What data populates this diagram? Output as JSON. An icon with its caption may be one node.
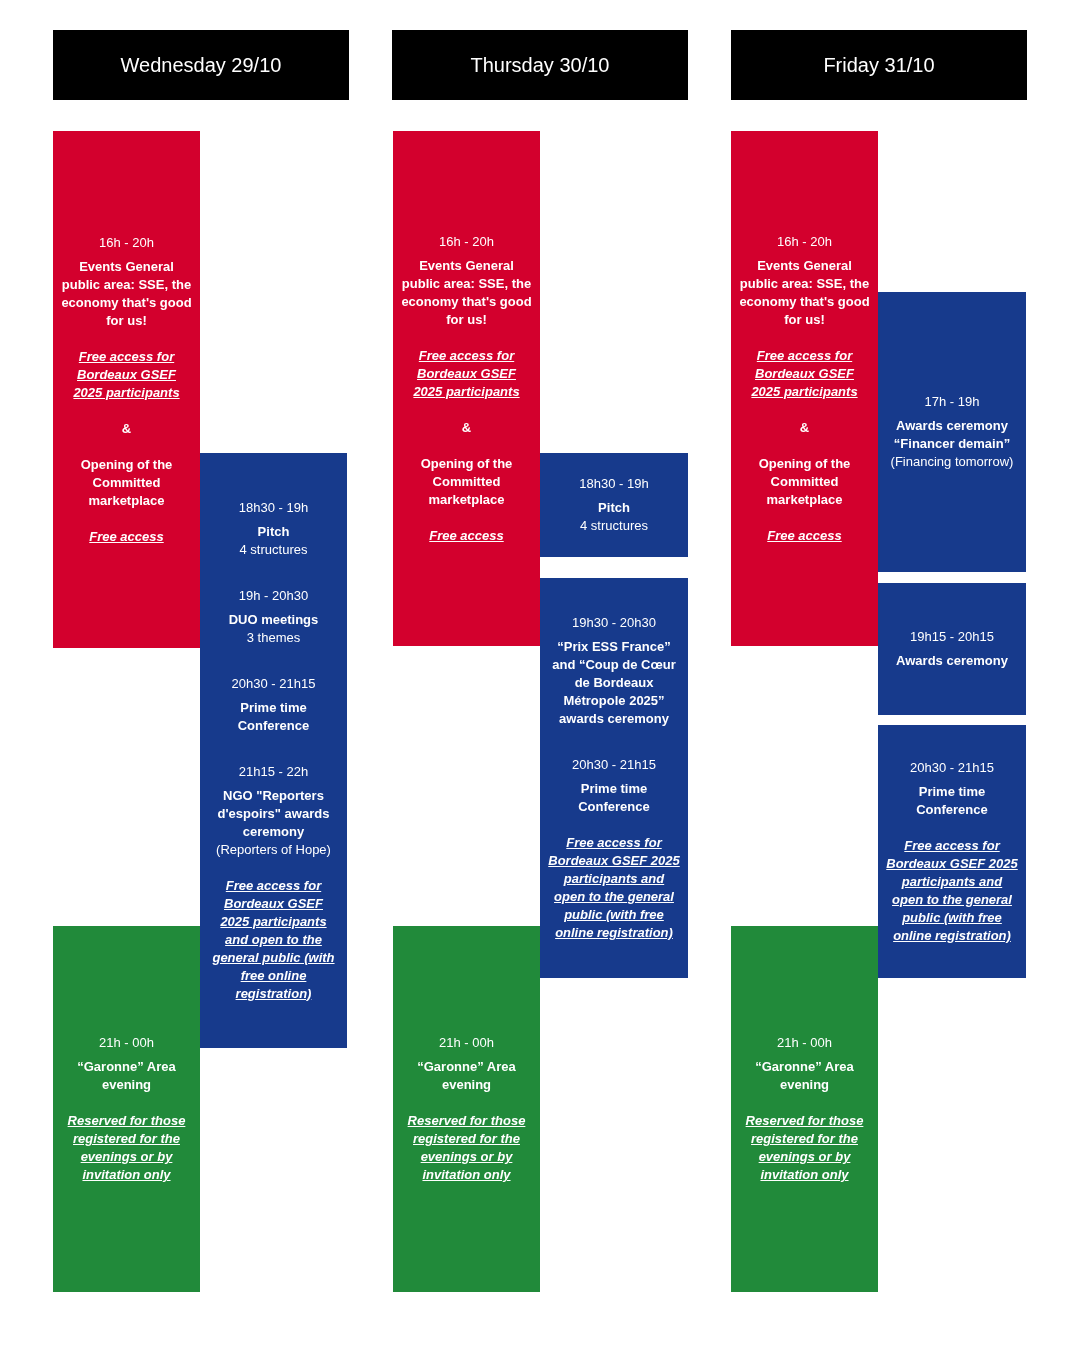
{
  "diagram": {
    "nodes": [
      {
        "text": [
          "Wednesday 29/10"
        ]
      },
      {
        "text": [
          "Thursday 30/10"
        ]
      },
      {
        "text": [
          "Friday 31/10"
        ]
      },
      {
        "text": [
          "16h - 20h",
          "Events General public area: SSE, the economy that's good for us!",
          "Free access for Bordeaux GSEF 2025 participants",
          "&",
          "Opening of the Committed marketplace",
          "Free access"
        ]
      },
      {
        "text": [
          "18h30 - 19h",
          "Pitch",
          "4 structures",
          "19h - 20h30",
          "DUO meetings",
          "3 themes",
          "20h30 - 21h15",
          "Prime time Conference",
          "21h15 - 22h",
          "NGO \"Reporters d'espoirs\" awards ceremony",
          "(Reporters of Hope)",
          "Free access for Bordeaux GSEF 2025 participants and open to the general public (with free online registration)"
        ]
      },
      {
        "text": [
          "21h - 00h",
          "“Garonne” Area evening",
          "Reserved for those registered for the evenings or by invitation only"
        ]
      },
      {
        "text": [
          "16h - 20h",
          "Events General public area: SSE, the economy that's good for us!",
          "Free access for Bordeaux GSEF 2025 participants",
          "&",
          "Opening of the Committed marketplace",
          "Free access"
        ]
      },
      {
        "text": [
          "18h30 - 19h",
          "Pitch",
          "4 structures"
        ]
      },
      {
        "text": [
          "19h30 - 20h30",
          "“Prix ESS France” and “Coup de Cœur de Bordeaux Métropole 2025” awards ceremony",
          "20h30 - 21h15",
          "Prime time Conference",
          "Free access for Bordeaux GSEF 2025 participants and open to the general public (with free online registration)"
        ]
      },
      {
        "text": [
          "21h - 00h",
          "“Garonne” Area evening",
          "Reserved for those registered for the evenings or by invitation only"
        ]
      },
      {
        "text": [
          "16h - 20h",
          "Events General public area: SSE, the economy that's good for us!",
          "Free access for Bordeaux GSEF 2025 participants",
          "&",
          "Opening of the Committed marketplace",
          "Free access"
        ]
      },
      {
        "text": [
          "17h - 19h",
          "Awards ceremony “Financer demain”",
          "(Financing tomorrow)"
        ]
      },
      {
        "text": [
          "19h15 - 20h15",
          "Awards ceremony"
        ]
      },
      {
        "text": [
          "20h30 - 21h15",
          "Prime time Conference",
          "Free access for Bordeaux GSEF 2025 participants and open to the general public (with free online registration)"
        ]
      },
      {
        "text": [
          "21h - 00h",
          "“Garonne” Area evening",
          "Reserved for those registered for the evenings or by invitation only"
        ]
      }
    ]
  }
}
